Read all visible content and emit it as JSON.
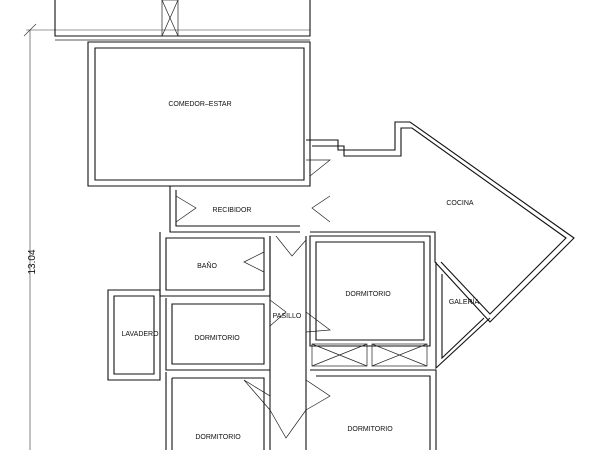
{
  "floorplan": {
    "dimension_label": "13.04",
    "rooms": {
      "comedor_estar": "COMEDOR–ESTAR",
      "cocina": "COCINA",
      "recibidor": "RECIBIDOR",
      "bano": "BAÑO",
      "dormitorio_1": "DORMITORIO",
      "galeria": "GALERÍA",
      "pasillo": "PASILLO",
      "lavadero": "LAVADERO",
      "dormitorio_2": "DORMITORIO",
      "dormitorio_3": "DORMITORIO",
      "dormitorio_4": "DORMITORIO"
    }
  }
}
